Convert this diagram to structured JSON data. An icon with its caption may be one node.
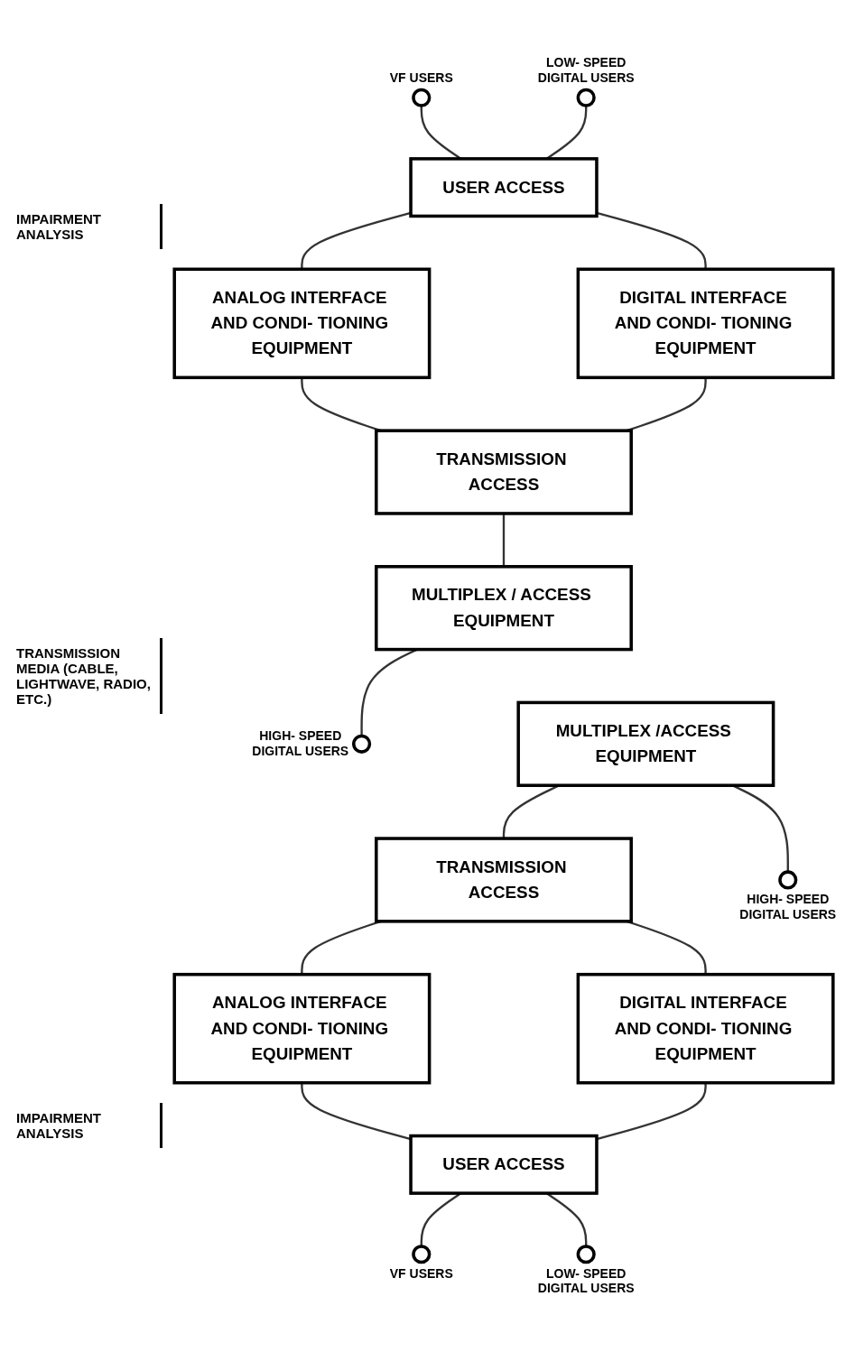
{
  "diagram": {
    "nodes": [
      {
        "text": [],
        "shape": "circle",
        "beside": [
          "VF USERS"
        ]
      },
      {
        "text": [],
        "shape": "circle",
        "beside": [
          "LOW- SPEED DIGITAL USERS"
        ]
      },
      {
        "text": [
          "USER ACCESS"
        ]
      },
      {
        "text": [
          "ANALOG INTERFACE AND CONDI- TIONING EQUIPMENT"
        ]
      },
      {
        "text": [
          "DIGITAL INTERFACE AND CONDI- TIONING EQUIPMENT"
        ]
      },
      {
        "text": [
          "TRANSMISSION ACCESS"
        ]
      },
      {
        "text": [
          "MULTIPLEX / ACCESS EQUIPMENT"
        ]
      },
      {
        "text": [],
        "shape": "circle",
        "beside": [
          "HIGH- SPEED DIGITAL USERS"
        ]
      },
      {
        "text": [
          "MULTIPLEX /ACCESS EQUIPMENT"
        ]
      },
      {
        "text": [
          "TRANSMISSION ACCESS"
        ]
      },
      {
        "text": [
          "ANALOG INTERFACE AND CONDI- TIONING EQUIPMENT"
        ]
      },
      {
        "text": [
          "DIGITAL INTERFACE AND CONDI- TIONING EQUIPMENT"
        ]
      },
      {
        "text": [
          "USER ACCESS"
        ]
      },
      {
        "text": [],
        "shape": "circle",
        "beside": [
          "VF USERS"
        ]
      },
      {
        "text": [],
        "shape": "circle",
        "beside": [
          "LOW- SPEED DIGITAL USERS"
        ]
      },
      {
        "text": [],
        "shape": "circle",
        "beside": [
          "HIGH- SPEED DIGITAL USERS"
        ]
      }
    ],
    "edges": [
      {
        "from": 0,
        "to": 2,
        "arrow": "none"
      },
      {
        "from": 1,
        "to": 2,
        "arrow": "none"
      },
      {
        "from": 2,
        "to": 3,
        "arrow": "none"
      },
      {
        "from": 2,
        "to": 4,
        "arrow": "none"
      },
      {
        "from": 3,
        "to": 5,
        "arrow": "none"
      },
      {
        "from": 4,
        "to": 5,
        "arrow": "none"
      },
      {
        "from": 5,
        "to": 6,
        "arrow": "none"
      },
      {
        "from": 6,
        "to": 7,
        "arrow": "none"
      },
      {
        "from": 8,
        "to": 9,
        "arrow": "none"
      },
      {
        "from": 8,
        "to": 15,
        "arrow": "none"
      },
      {
        "from": 9,
        "to": 10,
        "arrow": "none"
      },
      {
        "from": 9,
        "to": 11,
        "arrow": "none"
      },
      {
        "from": 10,
        "to": 12,
        "arrow": "none"
      },
      {
        "from": 11,
        "to": 12,
        "arrow": "none"
      },
      {
        "from": 12,
        "to": 13,
        "arrow": "none"
      },
      {
        "from": 12,
        "to": 14,
        "arrow": "none"
      }
    ],
    "labels": [
      "IMPAIRMENT ANALYSIS",
      "TRANSMISSION MEDIA (CABLE, LIGHTWAVE, RADIO, ETC.)",
      "IMPAIRMENT ANALYSIS"
    ]
  }
}
